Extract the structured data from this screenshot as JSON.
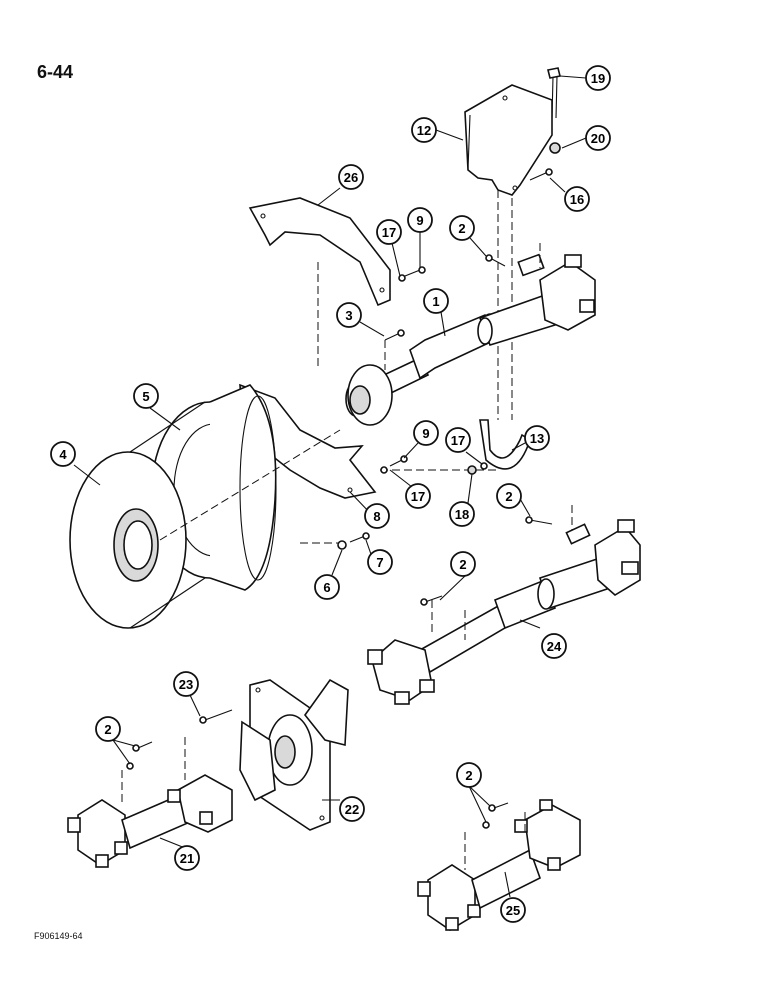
{
  "page": {
    "number": "6-44",
    "figure_code": "F906149-64"
  },
  "callouts": {
    "c1": "1",
    "c2a": "2",
    "c2b": "2",
    "c2c": "2",
    "c2d": "2",
    "c2e": "2",
    "c3": "3",
    "c4": "4",
    "c5": "5",
    "c6": "6",
    "c7": "7",
    "c8": "8",
    "c9a": "9",
    "c9b": "9",
    "c12": "12",
    "c13": "13",
    "c16": "16",
    "c17a": "17",
    "c17b": "17",
    "c18": "18",
    "c19": "19",
    "c20": "20",
    "c21": "21",
    "c22": "22",
    "c23": "23",
    "c24": "24",
    "c25": "25",
    "c26": "26"
  }
}
